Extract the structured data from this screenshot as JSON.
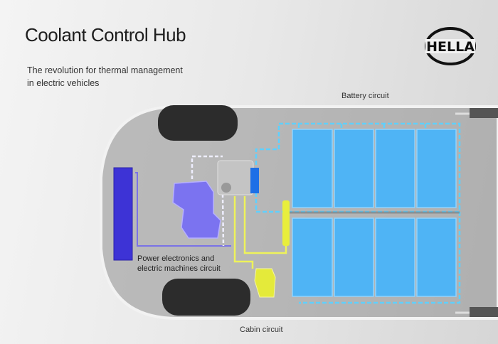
{
  "header": {
    "title": "Coolant Control Hub",
    "subtitle_line1": "The revolution for thermal management",
    "subtitle_line2": "in electric vehicles"
  },
  "logo": {
    "text": "HELLA"
  },
  "labels": {
    "battery_circuit": "Battery circuit",
    "power_line1": "Power electronics and",
    "power_line2": "electric machines circuit",
    "cabin_circuit": "Cabin circuit"
  },
  "colors": {
    "battery": "#3aa6f0",
    "power": "#5b4ee0",
    "cabin": "#e6ec3a",
    "hub": "#b8b8b8"
  }
}
